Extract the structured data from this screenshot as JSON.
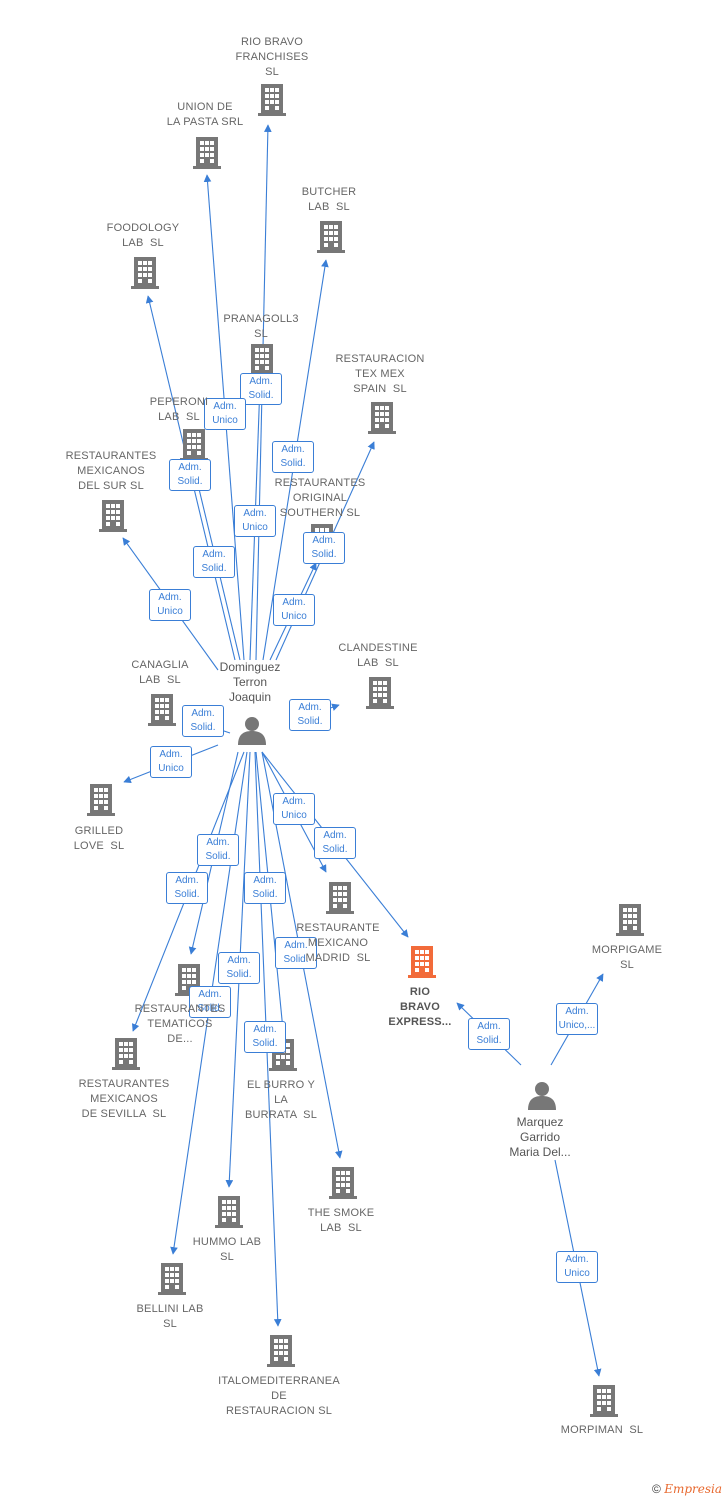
{
  "colors": {
    "edge": "#3a7ed6",
    "building": "#777777",
    "main_building": "#f26b3a",
    "person": "#777777"
  },
  "persons": [
    {
      "id": "p1",
      "name": "Dominguez\nTerron\nJoaquin"
    },
    {
      "id": "p2",
      "name": "Marquez\nGarrido\nMaria Del..."
    }
  ],
  "companies": [
    {
      "id": "rio_bravo_franchises",
      "name": "RIO BRAVO\nFRANCHISES\nSL"
    },
    {
      "id": "union_pasta",
      "name": "UNION DE\nLA PASTA SRL"
    },
    {
      "id": "butcher_lab",
      "name": "BUTCHER\nLAB  SL"
    },
    {
      "id": "foodology",
      "name": "FOODOLOGY\nLAB  SL"
    },
    {
      "id": "pranagoll3",
      "name": "PRANAGOLL3\nSL"
    },
    {
      "id": "tex_mex",
      "name": "RESTAURACION\nTEX MEX\nSPAIN  SL"
    },
    {
      "id": "peperoni",
      "name": "PEPERONI\nLAB  SL"
    },
    {
      "id": "mex_sur",
      "name": "RESTAURANTES\nMEXICANOS\nDEL SUR SL"
    },
    {
      "id": "original_southern",
      "name": "RESTAURANTES\nORIGINAL\nSOUTHERN SL"
    },
    {
      "id": "clandestine",
      "name": "CLANDESTINE\nLAB  SL"
    },
    {
      "id": "canaglia",
      "name": "CANAGLIA\nLAB  SL"
    },
    {
      "id": "grilled_love",
      "name": "GRILLED\nLOVE  SL"
    },
    {
      "id": "rest_mex_madrid",
      "name": "RESTAURANTE\nMEXICANO\nMADRID  SL"
    },
    {
      "id": "rio_bravo_express",
      "name": "RIO\nBRAVO\nEXPRESS...",
      "main": true
    },
    {
      "id": "morpigame",
      "name": "MORPIGAME\nSL"
    },
    {
      "id": "tematicos",
      "name": "RESTAURANTES\nTEMATICOS\nDE..."
    },
    {
      "id": "mex_sevilla",
      "name": "RESTAURANTES\nMEXICANOS\nDE SEVILLA  SL"
    },
    {
      "id": "burro_burrata",
      "name": "EL BURRO Y\nLA\nBURRATA  SL"
    },
    {
      "id": "smoke_lab",
      "name": "THE SMOKE\nLAB  SL"
    },
    {
      "id": "hummo_lab",
      "name": "HUMMO LAB\nSL"
    },
    {
      "id": "bellini_lab",
      "name": "BELLINI LAB\nSL"
    },
    {
      "id": "italomed",
      "name": "ITALOMEDITERRANEA\nDE\nRESTAURACION SL"
    },
    {
      "id": "morpiman",
      "name": "MORPIMAN  SL"
    }
  ],
  "edges": [
    {
      "from": "p1",
      "to": "rio_bravo_franchises",
      "label": "Adm.\nSolid."
    },
    {
      "from": "p1",
      "to": "union_pasta",
      "label": "Adm.\nUnico"
    },
    {
      "from": "p1",
      "to": "butcher_lab",
      "label": "Adm.\nSolid."
    },
    {
      "from": "p1",
      "to": "foodology",
      "label": "Adm.\nSolid."
    },
    {
      "from": "p1",
      "to": "pranagoll3",
      "label": "Adm.\nUnico"
    },
    {
      "from": "p1",
      "to": "tex_mex",
      "label": "Adm.\nSolid."
    },
    {
      "from": "p1",
      "to": "peperoni",
      "label": "Adm.\nSolid."
    },
    {
      "from": "p1",
      "to": "mex_sur",
      "label": "Adm.\nUnico"
    },
    {
      "from": "p1",
      "to": "original_southern",
      "label": "Adm.\nUnico"
    },
    {
      "from": "p1",
      "to": "clandestine",
      "label": "Adm.\nSolid."
    },
    {
      "from": "p1",
      "to": "canaglia",
      "label": "Adm.\nSolid."
    },
    {
      "from": "p1",
      "to": "grilled_love",
      "label": "Adm.\nUnico"
    },
    {
      "from": "p1",
      "to": "rest_mex_madrid",
      "label": "Adm.\nUnico"
    },
    {
      "from": "p1",
      "to": "rio_bravo_express",
      "label": "Adm.\nSolid."
    },
    {
      "from": "p1",
      "to": "tematicos",
      "label": "Adm.\nSolid."
    },
    {
      "from": "p1",
      "to": "mex_sevilla",
      "label": "Adm.\nSolid."
    },
    {
      "from": "p1",
      "to": "burro_burrata",
      "label": "Adm.\nSolid."
    },
    {
      "from": "p1",
      "to": "smoke_lab",
      "label": "Adm.\nSolid."
    },
    {
      "from": "p1",
      "to": "hummo_lab",
      "label": "Adm.\nSolid."
    },
    {
      "from": "p1",
      "to": "bellini_lab",
      "label": "Adm.\nSolid."
    },
    {
      "from": "p1",
      "to": "italomed",
      "label": "Adm.\nSolid."
    },
    {
      "from": "p2",
      "to": "rio_bravo_express",
      "label": "Adm.\nSolid."
    },
    {
      "from": "p2",
      "to": "morpigame",
      "label": "Adm.\nUnico,..."
    },
    {
      "from": "p2",
      "to": "morpiman",
      "label": "Adm.\nUnico"
    }
  ],
  "footer": {
    "copyright_symbol": "©",
    "brand": "Empresia"
  }
}
